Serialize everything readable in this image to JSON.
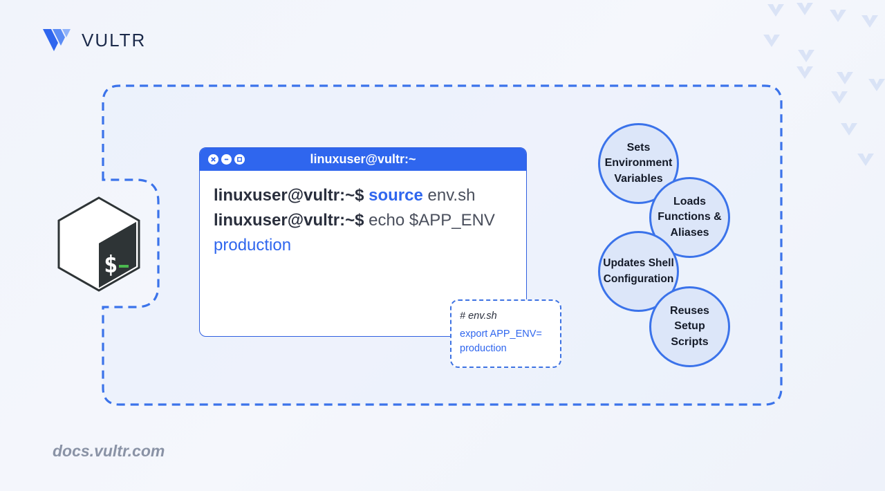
{
  "brand": {
    "name": "VULTR",
    "footer_url": "docs.vultr.com"
  },
  "colors": {
    "accent": "#2f66ee",
    "frame": "#3b73ea",
    "circle_fill": "#dce6f9",
    "bash_dark": "#2e3436",
    "bash_green": "#4bb84f"
  },
  "icons": [
    "vultr-logo-icon",
    "bash-terminal-icon",
    "close-icon",
    "minimize-icon",
    "maximize-icon"
  ],
  "terminal": {
    "title": "linuxuser@vultr:~",
    "lines": [
      {
        "prompt": "linuxuser@vultr:~$",
        "command": "source",
        "args": "env.sh"
      },
      {
        "prompt": "linuxuser@vultr:~$",
        "command": "echo $APP_ENV"
      }
    ],
    "output": "production"
  },
  "bash_icon_text": "$_",
  "note": {
    "comment": "# env.sh",
    "code_line_1": "export APP_ENV=",
    "code_line_2": "production"
  },
  "circles": [
    {
      "lines": [
        "Sets",
        "Environment",
        "Variables"
      ]
    },
    {
      "lines": [
        "Loads",
        "Functions &",
        "Aliases"
      ]
    },
    {
      "lines": [
        "Updates Shell",
        "Configuration"
      ]
    },
    {
      "lines": [
        "Reuses",
        "Setup",
        "Scripts"
      ]
    }
  ]
}
